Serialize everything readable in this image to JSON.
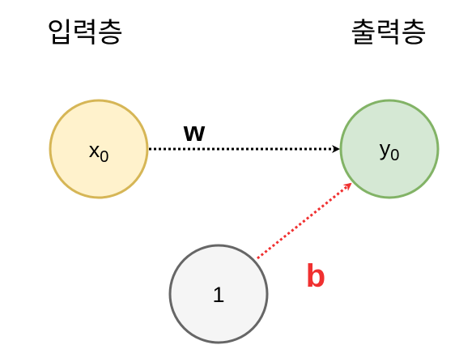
{
  "layers": {
    "input_title": "입력층",
    "output_title": "출력층"
  },
  "nodes": {
    "input": {
      "main": "x",
      "sub": "0",
      "fill": "#fff2cc",
      "stroke": "#d6b656"
    },
    "output": {
      "main": "y",
      "sub": "0",
      "fill": "#d5e8d4",
      "stroke": "#82b366"
    },
    "bias": {
      "label": "1",
      "fill": "#f5f5f5",
      "stroke": "#666666"
    }
  },
  "edges": {
    "weight": {
      "label": "w",
      "color": "#000000",
      "style": "dotted"
    },
    "bias": {
      "label": "b",
      "color": "#f03030",
      "style": "dotted"
    }
  }
}
